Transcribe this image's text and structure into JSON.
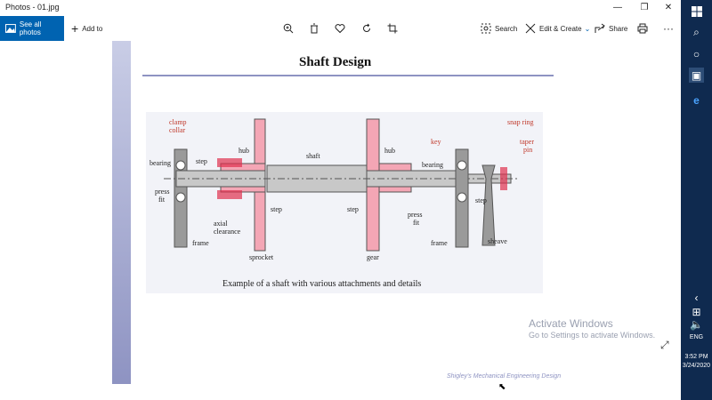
{
  "window": {
    "title": "Photos - 01.jpg",
    "minimize": "—",
    "restore": "❐",
    "close": "✕"
  },
  "toolbar": {
    "see_all": "See all photos",
    "add_to": "Add to",
    "search": "Search",
    "edit_create": "Edit & Create",
    "share": "Share",
    "more": "···"
  },
  "doc": {
    "title": "Shaft Design",
    "caption": "Example of a shaft with various attachments and details",
    "footer": "Shigley's Mechanical Engineering Design",
    "labels": {
      "clamp_collar": "clamp\ncollar",
      "bearing_left": "bearing",
      "press_fit_left": "press\nfit",
      "step_top_left": "step",
      "hub_left": "hub",
      "shaft": "shaft",
      "hub_right": "hub",
      "key": "key",
      "snap_ring": "snap ring",
      "taper_pin": "taper\npin",
      "bearing_right": "bearing",
      "step_right": "step",
      "axial_clearance": "axial\nclearance",
      "step_mid_left": "step",
      "step_mid_right": "step",
      "press_fit_right": "press\nfit",
      "frame_left": "frame",
      "sprocket": "sprocket",
      "gear": "gear",
      "frame_right": "frame",
      "sheave": "sheave"
    }
  },
  "watermark": {
    "title": "Activate Windows",
    "subtitle": "Go to Settings to activate Windows."
  },
  "taskbar": {
    "lang": "ENG",
    "time": "3:52 PM",
    "date": "3/24/2020"
  },
  "colors": {
    "accent": "#0063b1",
    "taskbar": "#0f2a4f",
    "pink": "#f4a6b5",
    "key_red": "#e0314f"
  }
}
